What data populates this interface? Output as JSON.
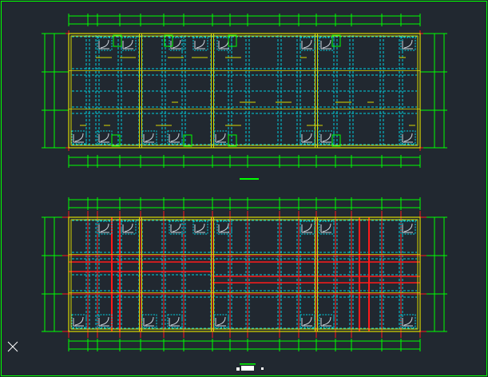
{
  "colors": {
    "background": "#212830",
    "border": "#00ff00",
    "wall": "#d9d900",
    "column": "#ff1a1a",
    "dash": "#00d0e0",
    "dim": "#00ff00",
    "white": "#ffffff",
    "furniture": "#cfd8e0"
  },
  "icons": {
    "ucs": "ucs-crosshair-icon",
    "model_tab": "model-tab-indicator"
  },
  "drawing": {
    "views": [
      {
        "name": "upper-floor-plan"
      },
      {
        "name": "lower-floor-plan"
      }
    ]
  }
}
